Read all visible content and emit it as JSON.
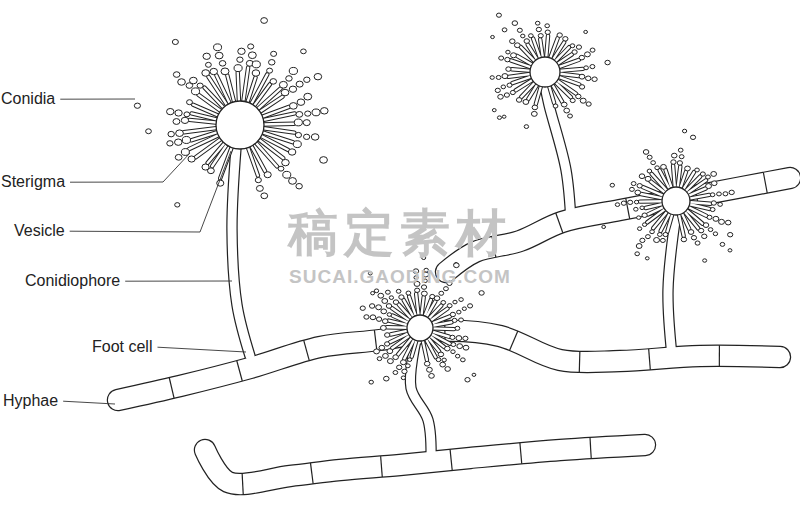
{
  "diagram": {
    "labels": [
      "Conidia",
      "Sterigma",
      "Vesicle",
      "Conidiophore",
      "Foot cell",
      "Hyphae",
      "稿定素材",
      "SUCAI.GAODING.COM"
    ]
  }
}
